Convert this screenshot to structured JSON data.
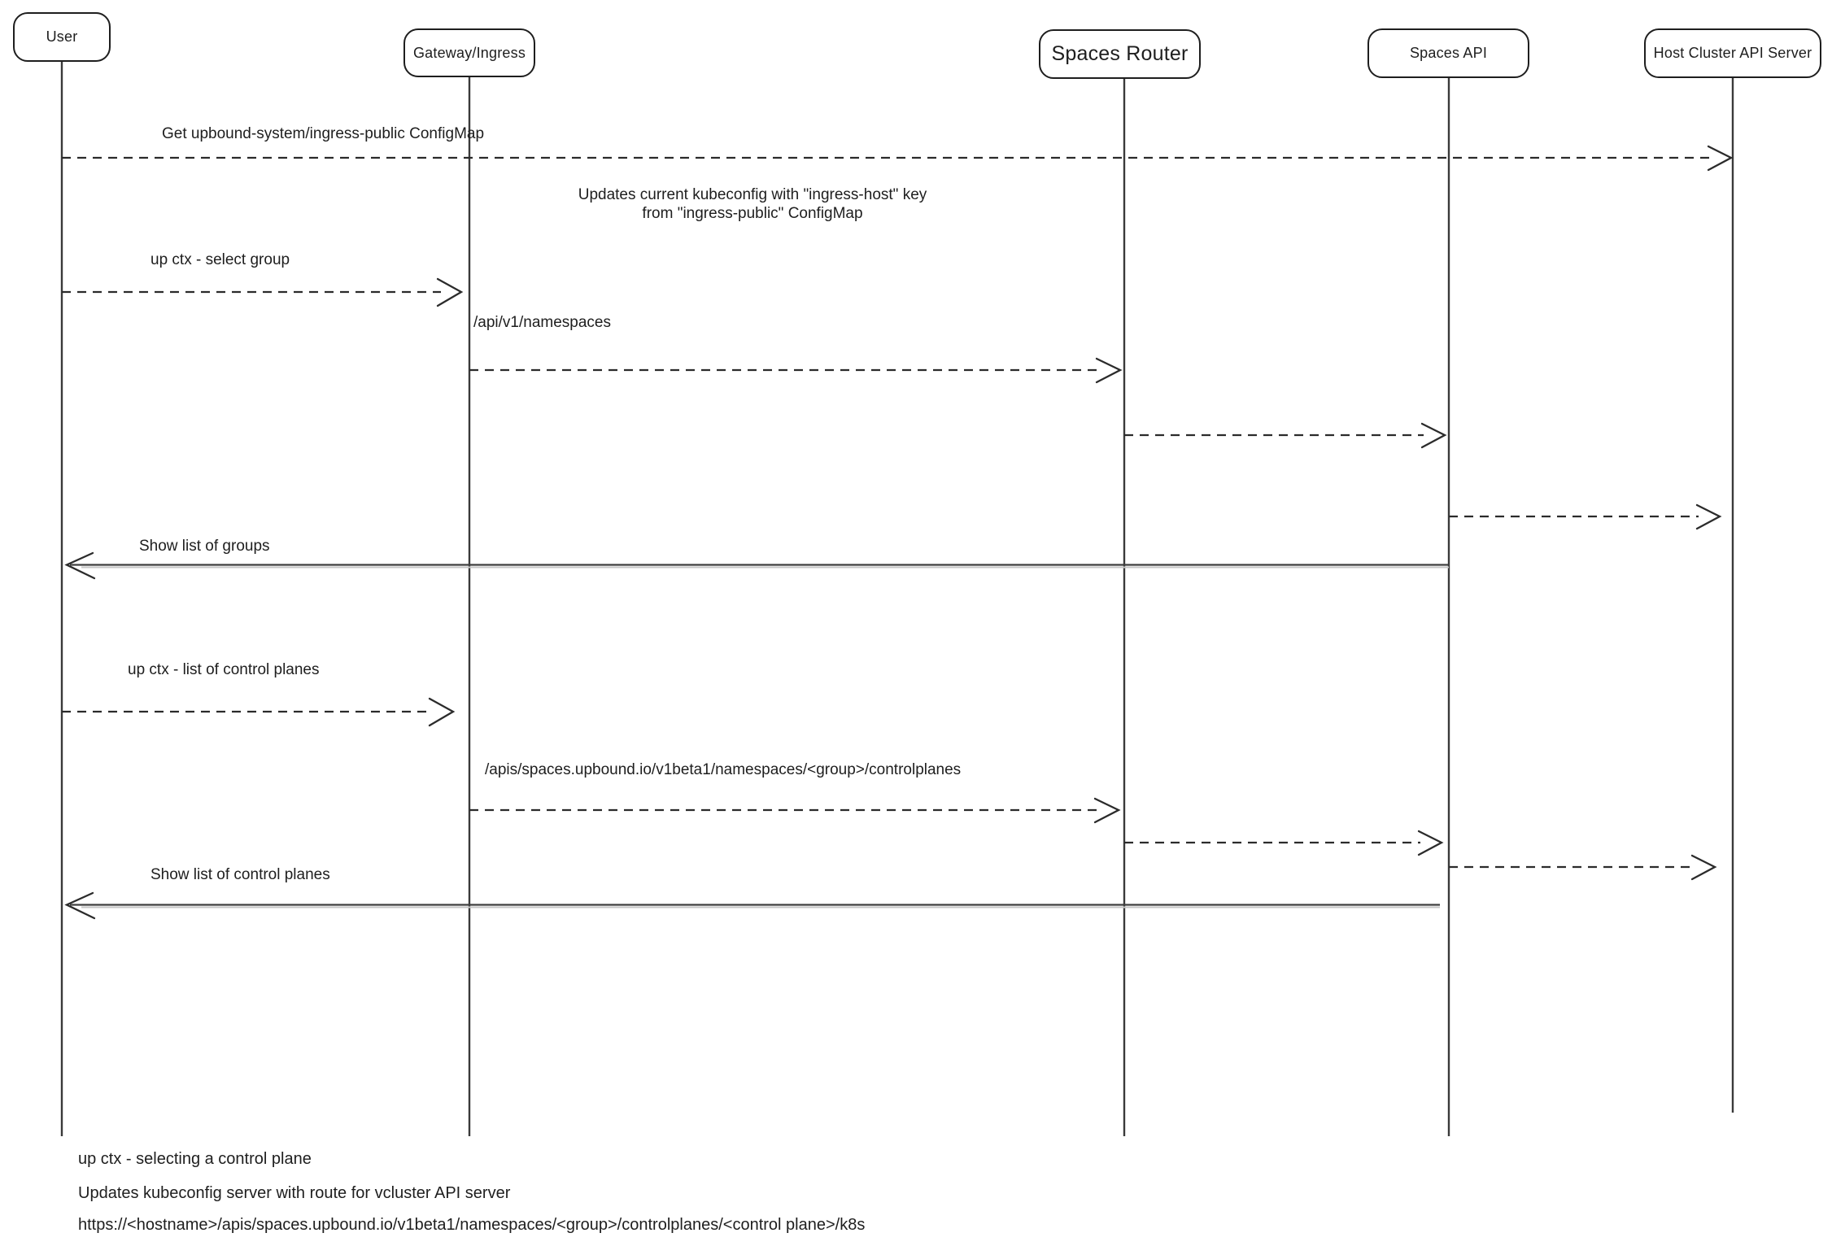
{
  "diagram": {
    "title_hint": "Sequence diagram: up ctx context selection flow for Upbound Spaces",
    "colors": {
      "background": "#ffffff",
      "stroke": "#1e1e1e",
      "solid_return_line": "#3f3f3f",
      "solid_return_echo": "#c6c6c6"
    },
    "actors": [
      {
        "id": "user",
        "label": "User"
      },
      {
        "id": "gateway-ingress",
        "label": "Gateway/Ingress"
      },
      {
        "id": "spaces-router",
        "label": "Spaces Router"
      },
      {
        "id": "spaces-api",
        "label": "Spaces API"
      },
      {
        "id": "host-cluster-api-server",
        "label": "Host Cluster API Server"
      }
    ],
    "messages": [
      {
        "from": "User",
        "to": "Host Cluster API Server",
        "line": "dashed",
        "label": "Get upbound-system/ingress-public ConfigMap"
      },
      {
        "from": "User",
        "to": "Gateway/Ingress",
        "line": "dashed",
        "label": "up ctx - select group"
      },
      {
        "from": "Gateway/Ingress",
        "to": "Spaces Router",
        "line": "dashed",
        "label": "/api/v1/namespaces"
      },
      {
        "from": "Spaces Router",
        "to": "Spaces API",
        "line": "dashed",
        "label": ""
      },
      {
        "from": "Spaces API",
        "to": "Host Cluster API Server",
        "line": "dashed",
        "label": ""
      },
      {
        "from": "Spaces API",
        "to": "User",
        "line": "solid",
        "label": "Show list of groups"
      },
      {
        "from": "User",
        "to": "Gateway/Ingress",
        "line": "dashed",
        "label": "up ctx - list of control planes"
      },
      {
        "from": "Gateway/Ingress",
        "to": "Spaces Router",
        "line": "dashed",
        "label": "/apis/spaces.upbound.io/v1beta1/namespaces/<group>/controlplanes"
      },
      {
        "from": "Spaces Router",
        "to": "Spaces API",
        "line": "dashed",
        "label": ""
      },
      {
        "from": "Spaces API",
        "to": "Host Cluster API Server",
        "line": "dashed",
        "label": ""
      },
      {
        "from": "Spaces API",
        "to": "User",
        "line": "solid",
        "label": "Show list of control planes"
      }
    ],
    "note": {
      "line1": "Updates current kubeconfig with \"ingress-host\" key",
      "line2": "from \"ingress-public\" ConfigMap"
    },
    "footnotes": [
      "up ctx - selecting a control plane",
      "Updates kubeconfig server with route for vcluster API server",
      "https://<hostname>/apis/spaces.upbound.io/v1beta1/namespaces/<group>/controlplanes/<control plane>/k8s"
    ]
  }
}
